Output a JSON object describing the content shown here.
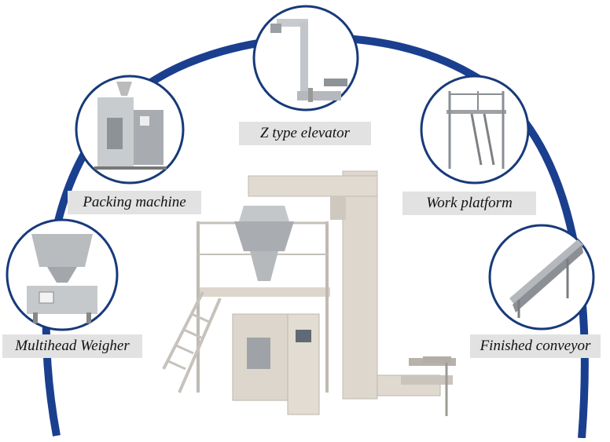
{
  "labels": {
    "z_type_elevator": "Z type elevator",
    "packing_machine": "Packing machine",
    "work_platform": "Work platform",
    "multihead_weigher": "Multihead Weigher",
    "finished_conveyor": "Finished conveyor"
  },
  "colors": {
    "arc": "#1b3f8f",
    "circle_border": "#173a7a",
    "label_bg": "#e2e2e2",
    "machine_body": "#ddd6cc",
    "steel": "#b8bcc0"
  },
  "icons": {
    "elevator": "z-elevator-thumbnail",
    "packing": "packing-machine-thumbnail",
    "platform": "work-platform-thumbnail",
    "weigher": "multihead-weigher-thumbnail",
    "conveyor": "conveyor-thumbnail",
    "main": "complete-packing-line"
  }
}
